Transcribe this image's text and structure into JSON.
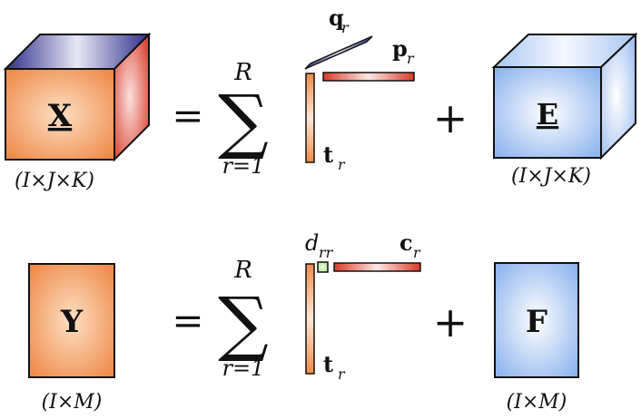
{
  "top_equation": {
    "tensor_label": "X",
    "error_label": "E",
    "dims_left": "(I×J×K)",
    "dims_right": "(I×J×K)",
    "equals": "=",
    "sum_upper": "R",
    "sum_lower": "r=1",
    "sum_symbol": "∑",
    "plus": "+",
    "factor_q": "q",
    "factor_p": "p",
    "factor_t": "t",
    "subscript": "r"
  },
  "bottom_equation": {
    "matrix_label": "Y",
    "error_label": "F",
    "dims_left": "(I×M)",
    "dims_right": "(I×M)",
    "equals": "=",
    "sum_upper": "R",
    "sum_lower": "r=1",
    "sum_symbol": "∑",
    "plus": "+",
    "factor_d": "d",
    "factor_d_sub": "rr",
    "factor_c": "c",
    "factor_t": "t",
    "subscript": "r"
  },
  "colors": {
    "orange": "#ef8b4a",
    "red": "#d83a2a",
    "navy": "#2e2f8a",
    "blue": "#8fb5ef",
    "green": "#9fe07a",
    "ink": "#111111"
  }
}
